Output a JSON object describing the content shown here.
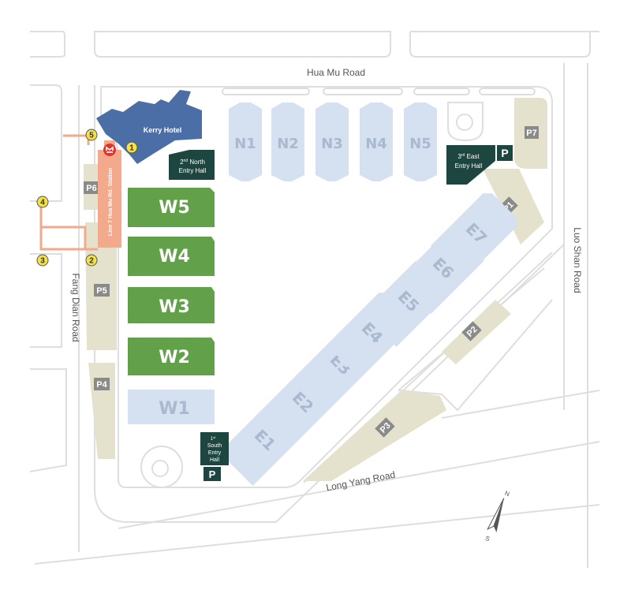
{
  "colors": {
    "hall_blue": "#d5e0f0",
    "hall_green": "#62a04a",
    "parking": "#e4e1cc",
    "parking_badge": "#8a8a8a",
    "entry": "#1e4640",
    "hotel": "#4b6ea6",
    "metro": "#f2a98c",
    "metro_icon": "#e2342a",
    "marker": "#f3e04a",
    "road_line": "#dedede"
  },
  "roads": {
    "north": "Hua Mu Road",
    "south": "Long Yang Road",
    "west": "Fang Dian Road",
    "east": "Luo Shan Road"
  },
  "hotel": {
    "name": "Kerry Hotel",
    "icon": "building-icon"
  },
  "metro_station": {
    "label": "Line 7 Hua Mu Rd. Station",
    "icon": "metro-icon"
  },
  "halls": {
    "north": [
      "N1",
      "N2",
      "N3",
      "N4",
      "N5"
    ],
    "west_green": [
      "W5",
      "W4",
      "W3",
      "W2"
    ],
    "west_blue": "W1",
    "east": [
      "E1",
      "E2",
      "E3",
      "E4",
      "E5",
      "E6",
      "E7"
    ]
  },
  "entry_halls": {
    "north": {
      "ordinal": "2",
      "suffix": "nd",
      "line1": "North",
      "line2": "Entry Hall"
    },
    "east": {
      "ordinal": "3",
      "suffix": "rd",
      "line1": "East",
      "line2": "Entry Hall"
    },
    "south": {
      "ordinal": "1",
      "suffix": "st",
      "line1": "South",
      "line2": "Entry",
      "line3": "Hall"
    }
  },
  "parking": {
    "lots": [
      "P1",
      "P2",
      "P3",
      "P4",
      "P5",
      "P6",
      "P7"
    ],
    "symbol": "P"
  },
  "exits": [
    "1",
    "2",
    "3",
    "4",
    "5"
  ],
  "compass": {
    "north": "N",
    "south": "S"
  }
}
